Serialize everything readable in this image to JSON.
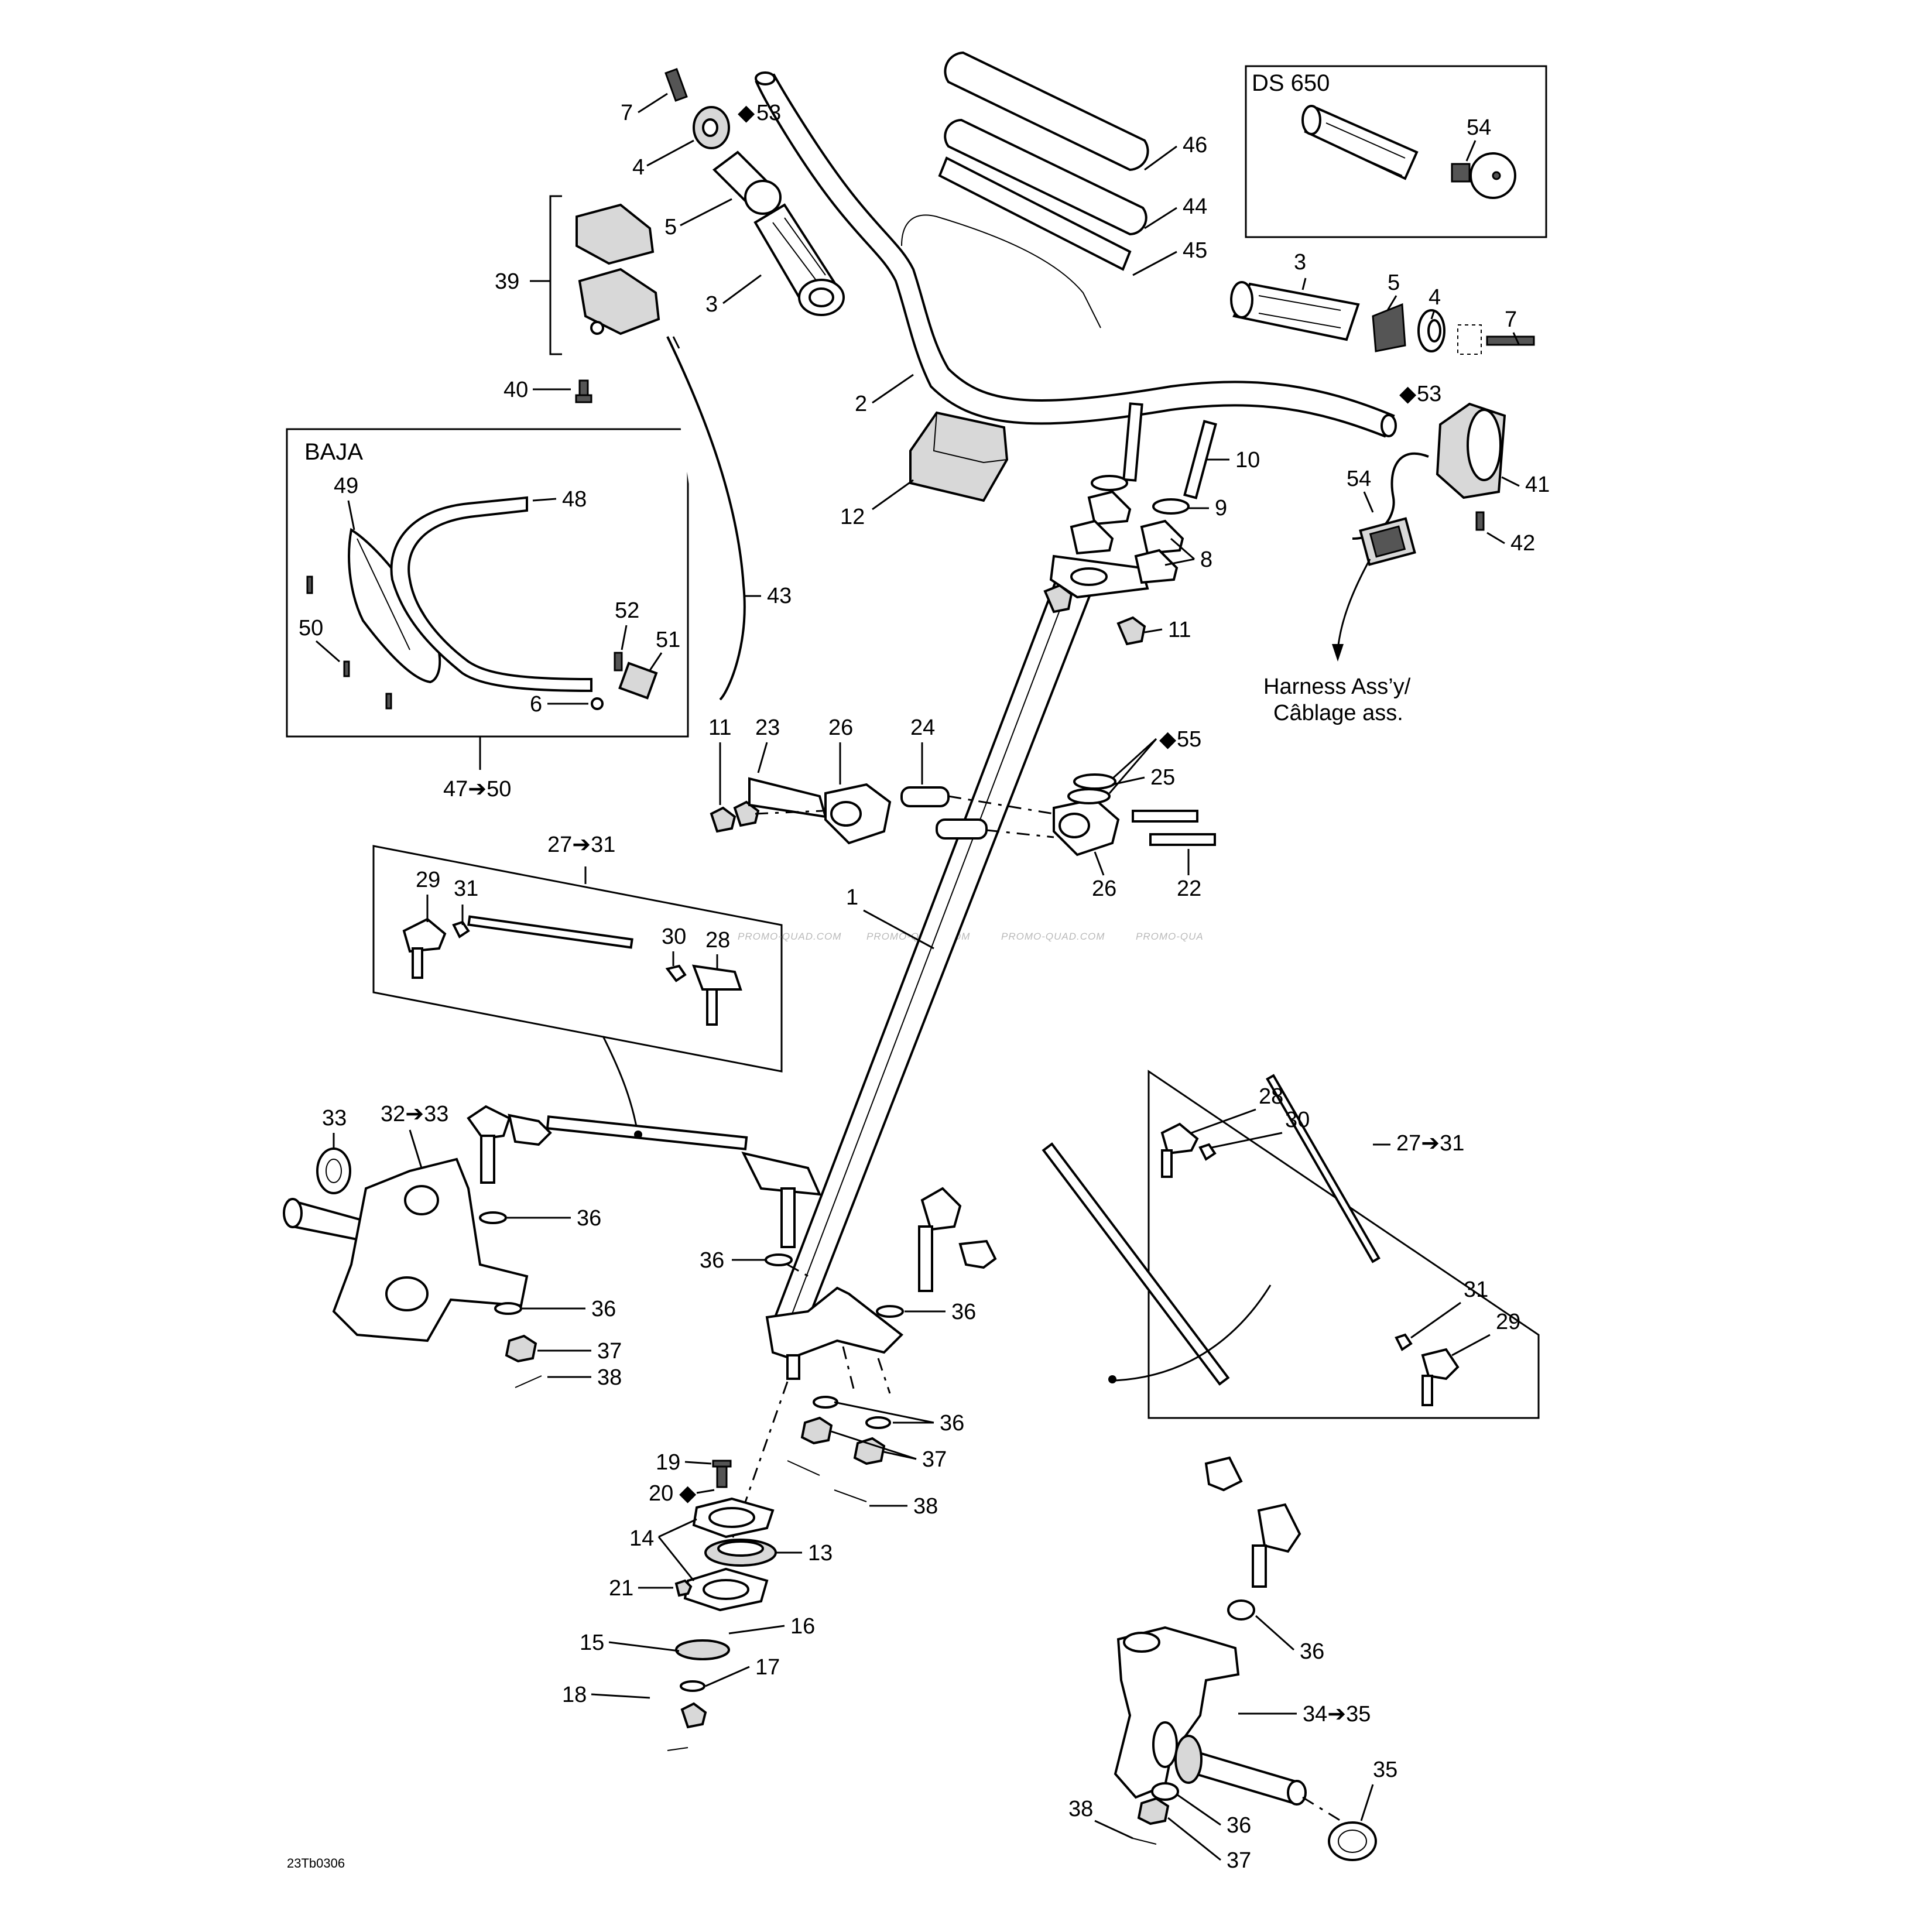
{
  "diagram": {
    "boxes": {
      "ds650": "DS 650",
      "baja": "BAJA",
      "baja_range": "47➔50",
      "tierod_upper_range": "27➔31",
      "tierod_right_range": "27➔31"
    },
    "harness_label_line1": "Harness Ass’y/",
    "harness_label_line2": "Câblage ass.",
    "figure_code": "23Tb0306",
    "watermark": "PROMO-QUAD.COM",
    "watermark_partial": "PROMO-QUA",
    "callouts": {
      "c7a": "7",
      "c53a": "53",
      "c4a": "4",
      "c5a": "5",
      "c3a": "3",
      "c39": "39",
      "c40": "40",
      "c2": "2",
      "c46": "46",
      "c44": "44",
      "c45": "45",
      "c54a": "54",
      "c3b": "3",
      "c5b": "5",
      "c4b": "4",
      "c7b": "7",
      "c53b": "53",
      "c12": "12",
      "c10": "10",
      "c9": "9",
      "c8": "8",
      "c11a": "11",
      "c54b": "54",
      "c41": "41",
      "c42": "42",
      "c49": "49",
      "c48": "48",
      "c50": "50",
      "c52": "52",
      "c51": "51",
      "c6": "6",
      "c43": "43",
      "c11b": "11",
      "c23": "23",
      "c26a": "26",
      "c24": "24",
      "c55": "55",
      "c25": "25",
      "c26b": "26",
      "c22": "22",
      "c1": "1",
      "c29a": "29",
      "c31a": "31",
      "c30a": "30",
      "c28a": "28",
      "c33a": "33",
      "c32_33": "32➔33",
      "c36a": "36",
      "c36b": "36",
      "c36c": "36",
      "c37a": "37",
      "c38a": "38",
      "c36d": "36",
      "c36e": "36",
      "c37b": "37",
      "c38b": "38",
      "c19": "19",
      "c20": "20",
      "c14": "14",
      "c13": "13",
      "c21": "21",
      "c16": "16",
      "c15": "15",
      "c17": "17",
      "c18": "18",
      "c28b": "28",
      "c30b": "30",
      "c31b": "31",
      "c29b": "29",
      "c36f": "36",
      "c34_35": "34➔35",
      "c35": "35",
      "c38c": "38",
      "c36g": "36",
      "c37c": "37"
    }
  }
}
